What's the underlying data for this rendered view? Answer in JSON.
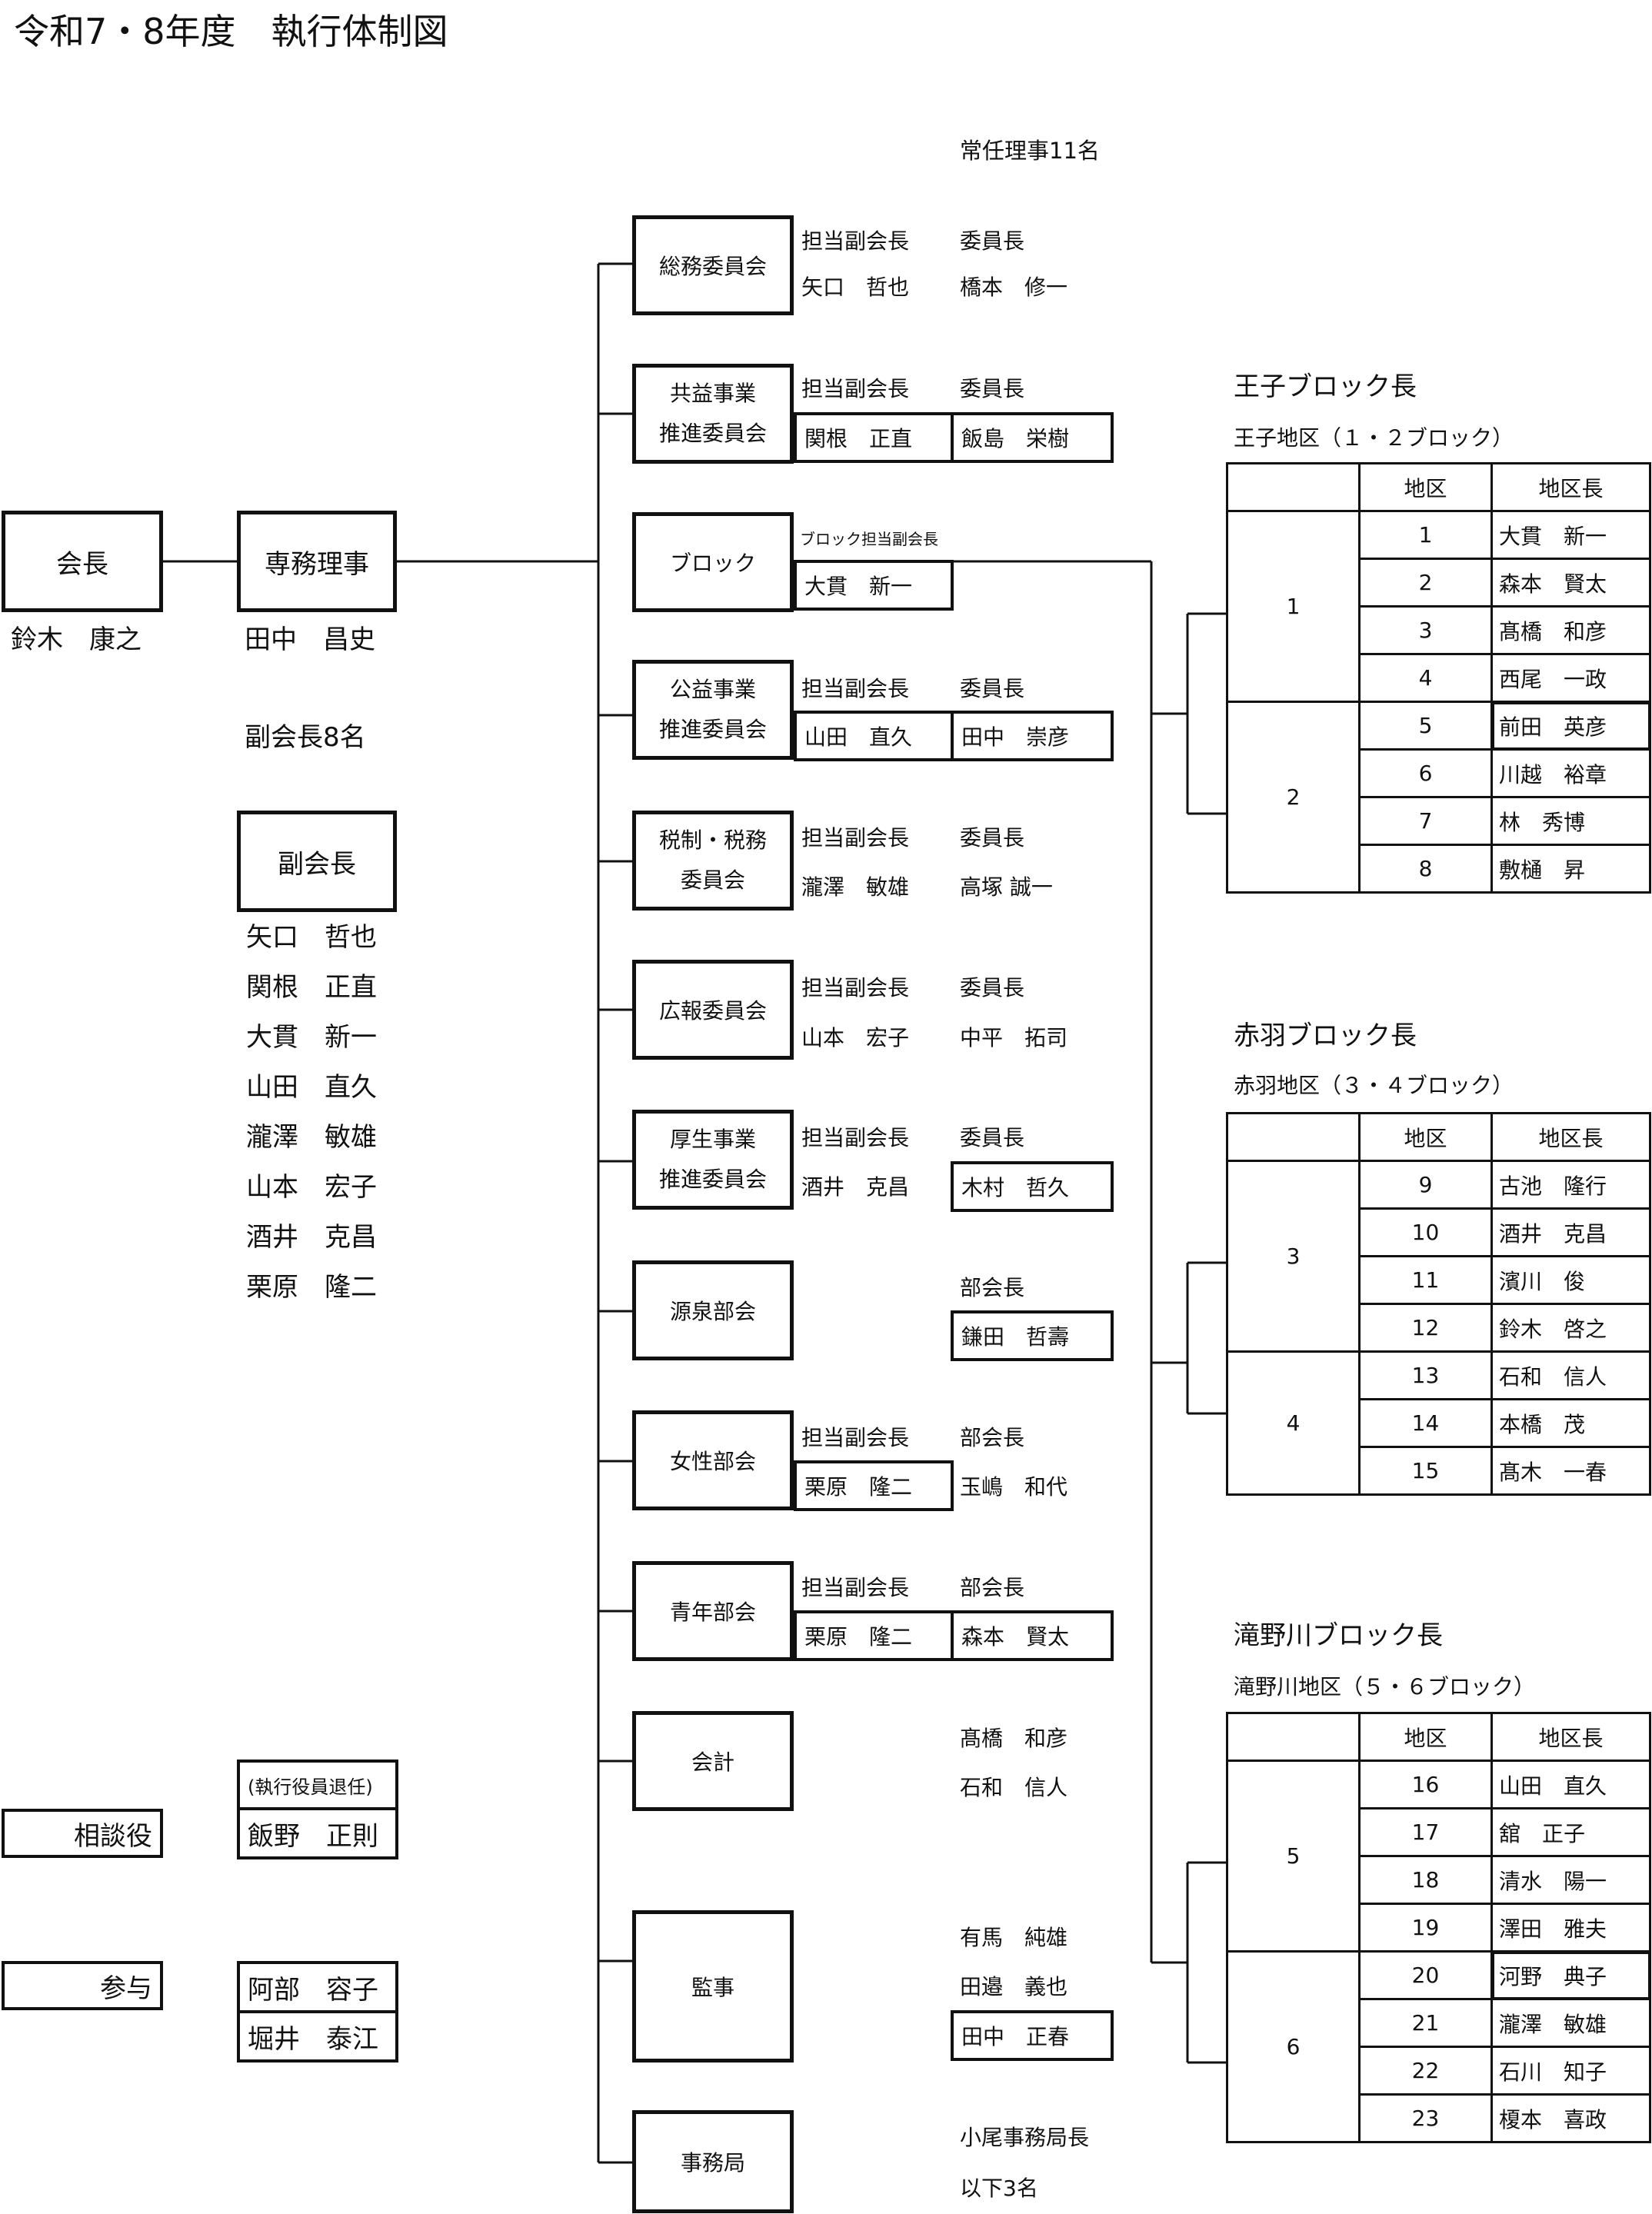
{
  "title": "令和7・8年度　執行体制図",
  "directors_note": "常任理事11名",
  "president": {
    "box": "会長",
    "name": "鈴木　康之"
  },
  "executive_director": {
    "box": "専務理事",
    "name": "田中　昌史"
  },
  "vp_count": "副会長8名",
  "vice_presidents": {
    "box": "副会長",
    "names": [
      "矢口　哲也",
      "関根　正直",
      "大貫　新一",
      "山田　直久",
      "瀧澤　敏雄",
      "山本　宏子",
      "酒井　克昌",
      "栗原　隆二"
    ]
  },
  "retired": {
    "note": "(執行役員退任)",
    "name": "飯野　正則"
  },
  "advisor": {
    "label": "相談役"
  },
  "counselor": {
    "label": "参与",
    "names": [
      "阿部　容子",
      "堀井　泰江"
    ]
  },
  "labels": {
    "vp_in_charge": "担当副会長",
    "chair": "委員長",
    "head": "部会長",
    "block_vp": "ブロック担当副会長"
  },
  "committees": {
    "soumu": {
      "name": "総務委員会",
      "vp": "矢口　哲也",
      "chair": "橋本　修一"
    },
    "kyoueki": {
      "name1": "共益事業",
      "name2": "推進委員会",
      "vp": "関根　正直",
      "chair": "飯島　栄樹"
    },
    "block": {
      "name": "ブロック",
      "vp": "大貫　新一"
    },
    "koueki": {
      "name1": "公益事業",
      "name2": "推進委員会",
      "vp": "山田　直久",
      "chair": "田中　崇彦"
    },
    "zeisei": {
      "name1": "税制・税務",
      "name2": "委員会",
      "vp": "瀧澤　敏雄",
      "chair": "高塚 誠一"
    },
    "kouhou": {
      "name": "広報委員会",
      "vp": "山本　宏子",
      "chair": "中平　拓司"
    },
    "kousei": {
      "name1": "厚生事業",
      "name2": "推進委員会",
      "vp": "酒井　克昌",
      "chair": "木村　哲久"
    },
    "gensen": {
      "name": "源泉部会",
      "head": "鎌田　哲壽"
    },
    "josei": {
      "name": "女性部会",
      "vp": "栗原　隆二",
      "head": "玉嶋　和代"
    },
    "seinen": {
      "name": "青年部会",
      "vp": "栗原　隆二",
      "head": "森本　賢太"
    },
    "kaikei": {
      "name": "会計",
      "members": [
        "髙橋　和彦",
        "石和　信人"
      ]
    },
    "kanji": {
      "name": "監事",
      "members": [
        "有馬　純雄",
        "田邉　義也",
        "田中　正春"
      ]
    },
    "jimukyoku": {
      "name": "事務局",
      "line1": "小尾事務局長",
      "line2": "以下3名"
    }
  },
  "blocks_header": {
    "district": "地区",
    "district_head": "地区長"
  },
  "blocks": [
    {
      "title": "王子ブロック長",
      "subtitle": "王子地区（１・２ブロック）",
      "groups": [
        {
          "block": "1",
          "rows": [
            [
              "1",
              "大貫　新一"
            ],
            [
              "2",
              "森本　賢太"
            ],
            [
              "3",
              "髙橋　和彦"
            ],
            [
              "4",
              "西尾　一政"
            ]
          ]
        },
        {
          "block": "2",
          "rows": [
            [
              "5",
              "前田　英彦"
            ],
            [
              "6",
              "川越　裕章"
            ],
            [
              "7",
              "林　秀博"
            ],
            [
              "8",
              "敷樋　昇"
            ]
          ]
        }
      ]
    },
    {
      "title": "赤羽ブロック長",
      "subtitle": "赤羽地区（３・４ブロック）",
      "groups": [
        {
          "block": "3",
          "rows": [
            [
              "9",
              "古池　隆行"
            ],
            [
              "10",
              "酒井　克昌"
            ],
            [
              "11",
              "濱川　俊"
            ],
            [
              "12",
              "鈴木　啓之"
            ]
          ]
        },
        {
          "block": "4",
          "rows": [
            [
              "13",
              "石和　信人"
            ],
            [
              "14",
              "本橋　茂"
            ],
            [
              "15",
              "髙木　一春"
            ]
          ]
        }
      ]
    },
    {
      "title": "滝野川ブロック長",
      "subtitle": "滝野川地区（５・６ブロック）",
      "groups": [
        {
          "block": "5",
          "rows": [
            [
              "16",
              "山田　直久"
            ],
            [
              "17",
              "舘　正子"
            ],
            [
              "18",
              "清水　陽一"
            ],
            [
              "19",
              "澤田　雅夫"
            ]
          ]
        },
        {
          "block": "6",
          "rows": [
            [
              "20",
              "河野　典子"
            ],
            [
              "21",
              "瀧澤　敏雄"
            ],
            [
              "22",
              "石川　知子"
            ],
            [
              "23",
              "榎本　喜政"
            ]
          ]
        }
      ]
    }
  ]
}
